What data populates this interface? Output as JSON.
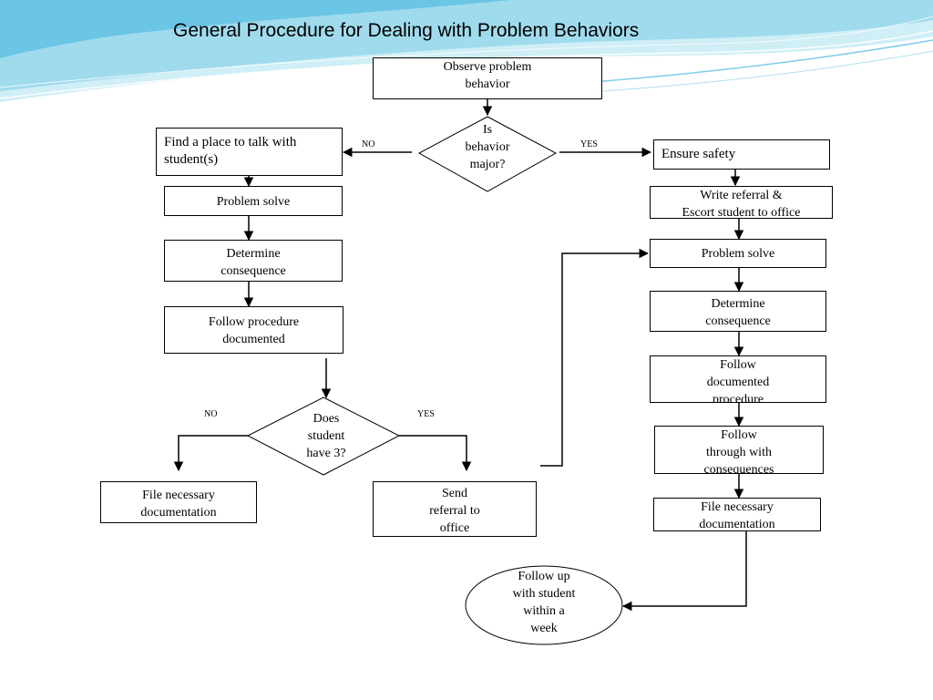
{
  "title": "General Procedure  for Dealing with Problem Behaviors",
  "nodes": {
    "observe": "Observe problem\nbehavior",
    "is_major": "Is\nbehavior\nmajor?",
    "find_place": "Find a place to talk with\nstudent(s)",
    "problem_solve_left": "Problem solve",
    "determine_left": "Determine\nconsequence",
    "follow_procedure_left": "Follow procedure\ndocumented",
    "does_have3": "Does\nstudent\nhave 3?",
    "file_doc_left": "File necessary\ndocumentation",
    "send_referral": "Send\nreferral to\noffice",
    "ensure_safety": "Ensure safety",
    "write_referral": "Write referral &\nEscort student to office",
    "problem_solve_right": "Problem solve",
    "determine_right": "Determine\nconsequence",
    "follow_documented": "Follow\ndocumented\nprocedure",
    "follow_through": "Follow\nthrough with\nconsequences",
    "file_doc_right": "File necessary\ndocumentation",
    "follow_up": "Follow up\nwith student\nwithin a\nweek"
  },
  "labels": {
    "no_top": "NO",
    "yes_top": "YES",
    "no_bottom": "NO",
    "yes_bottom": "YES"
  },
  "colors": {
    "wave_light": "#cfeef6",
    "wave_mid": "#8fd4ea",
    "wave_dark": "#3fb2dc",
    "line": "#000000"
  }
}
